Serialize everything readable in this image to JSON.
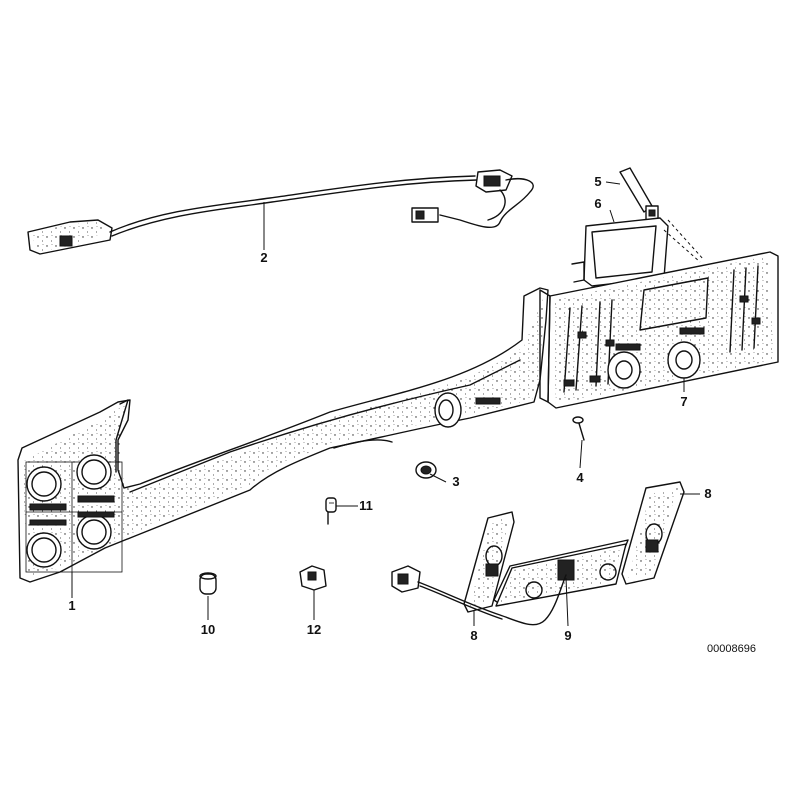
{
  "diagram": {
    "callouts": [
      {
        "id": "1",
        "label": "1"
      },
      {
        "id": "2",
        "label": "2"
      },
      {
        "id": "3",
        "label": "3"
      },
      {
        "id": "4",
        "label": "4"
      },
      {
        "id": "5",
        "label": "5"
      },
      {
        "id": "6",
        "label": "6"
      },
      {
        "id": "7",
        "label": "7"
      },
      {
        "id": "8a",
        "label": "8"
      },
      {
        "id": "8b",
        "label": "8"
      },
      {
        "id": "9",
        "label": "9"
      },
      {
        "id": "10",
        "label": "10"
      },
      {
        "id": "11",
        "label": "11"
      },
      {
        "id": "12",
        "label": "12"
      }
    ],
    "document_number": "00008696"
  }
}
